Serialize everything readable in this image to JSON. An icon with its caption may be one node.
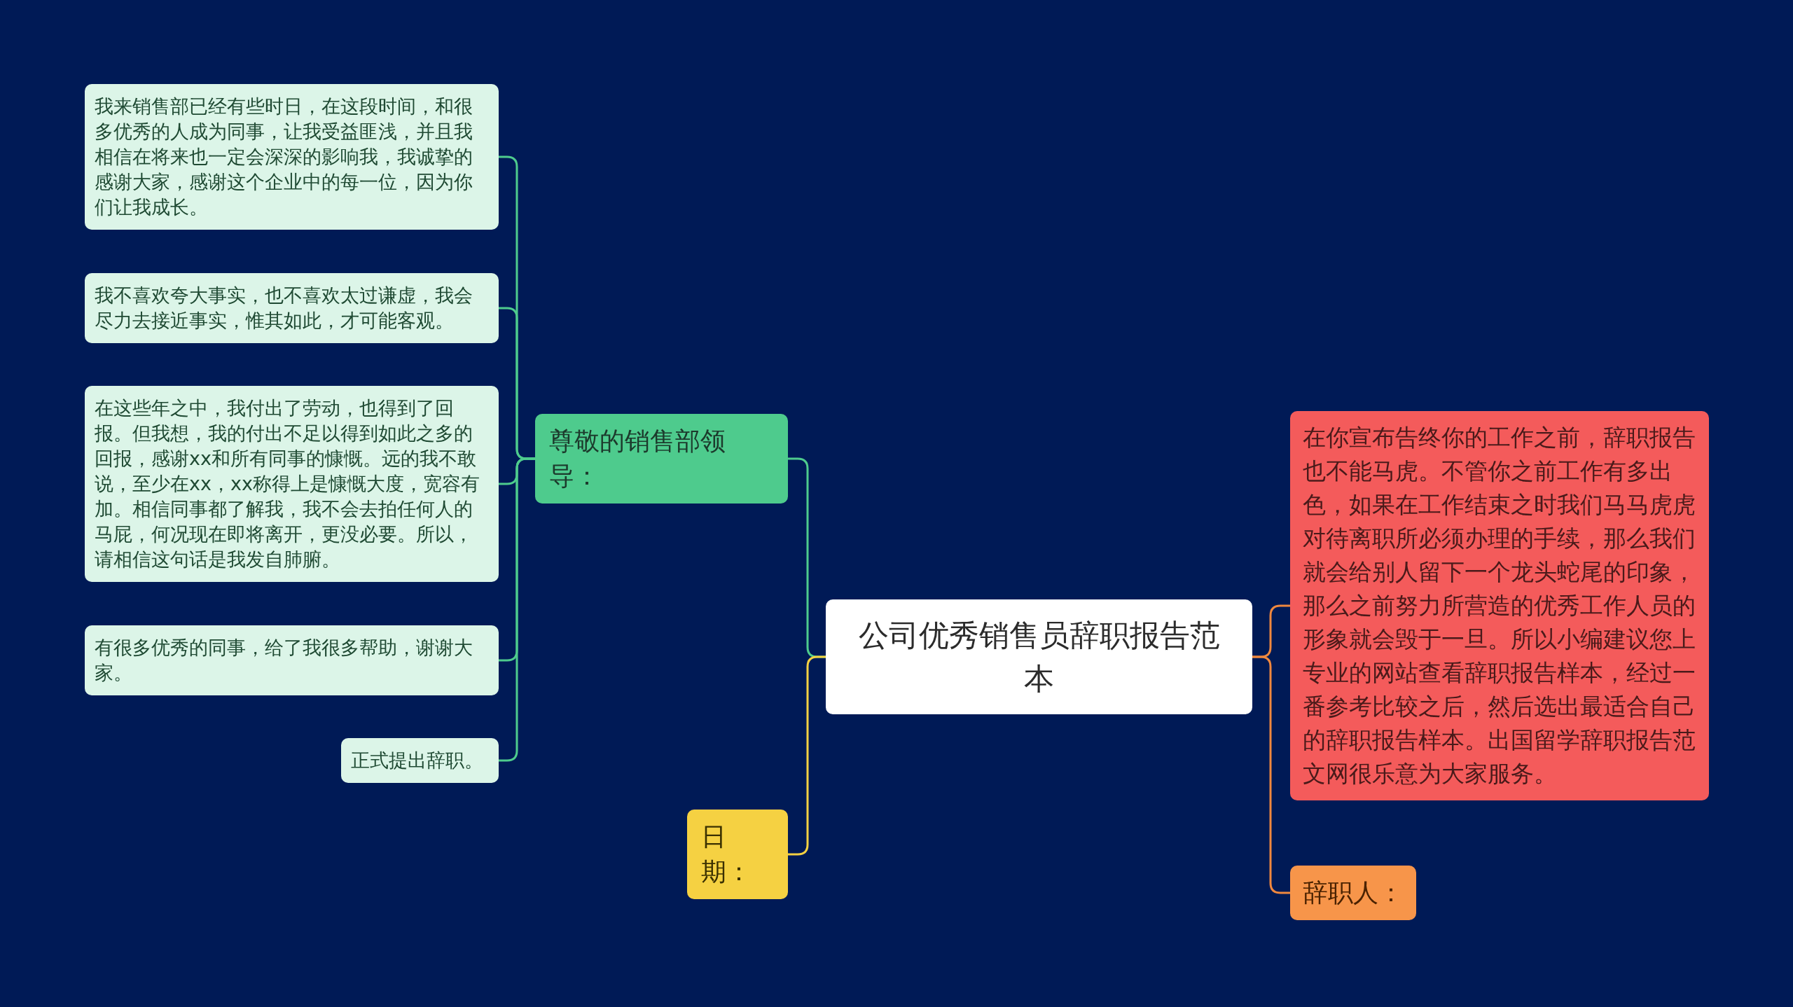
{
  "diagram": {
    "nodes": [
      {
        "text": [
          "公司优秀销售员辞职报告范本"
        ]
      },
      {
        "text": [
          "尊敬的销售部领导："
        ]
      },
      {
        "text": [
          "我来销售部已经有些时日，在这段时间，和很多优秀的人成为同事，让我受益匪浅，并且我相信在将来也一定会深深的影响我，我诚挚的感谢大家，感谢这个企业中的每一位，因为你们让我成长。"
        ]
      },
      {
        "text": [
          "我不喜欢夸大事实，也不喜欢太过谦虚，我会尽力去接近事实，惟其如此，才可能客观。"
        ]
      },
      {
        "text": [
          "在这些年之中，我付出了劳动，也得到了回报。但我想，我的付出不足以得到如此之多的回报，感谢xx和所有同事的慷慨。远的我不敢说，至少在xx，xx称得上是慷慨大度，宽容有加。相信同事都了解我，我不会去拍任何人的马屁，何况现在即将离开，更没必要。所以，请相信这句话是我发自肺腑。"
        ]
      },
      {
        "text": [
          "有很多优秀的同事，给了我很多帮助，谢谢大家。"
        ]
      },
      {
        "text": [
          "正式提出辞职。"
        ]
      },
      {
        "text": [
          "日期："
        ]
      },
      {
        "text": [
          "在你宣布告终你的工作之前，辞职报告也不能马虎。不管你之前工作有多出色，如果在工作结束之时我们马马虎虎对待离职所必须办理的手续，那么我们就会给别人留下一个龙头蛇尾的印象，那么之前努力所营造的优秀工作人员的形象就会毁于一旦。所以小编建议您上专业的网站查看辞职报告样本，经过一番参考比较之后，然后选出最适合自己的辞职报告样本。出国留学辞职报告范文网很乐意为大家服务。"
        ]
      },
      {
        "text": [
          "辞职人："
        ]
      }
    ],
    "edges": [
      {
        "from": 0,
        "to": 1,
        "arrow": "none"
      },
      {
        "from": 1,
        "to": 2,
        "arrow": "none"
      },
      {
        "from": 1,
        "to": 3,
        "arrow": "none"
      },
      {
        "from": 1,
        "to": 4,
        "arrow": "none"
      },
      {
        "from": 1,
        "to": 5,
        "arrow": "none"
      },
      {
        "from": 1,
        "to": 6,
        "arrow": "none"
      },
      {
        "from": 0,
        "to": 7,
        "arrow": "none",
        "color": "#f5d142"
      },
      {
        "from": 0,
        "to": 8,
        "arrow": "none",
        "color": "#f0883e"
      },
      {
        "from": 0,
        "to": 9,
        "arrow": "none",
        "color": "#f0883e"
      }
    ]
  }
}
